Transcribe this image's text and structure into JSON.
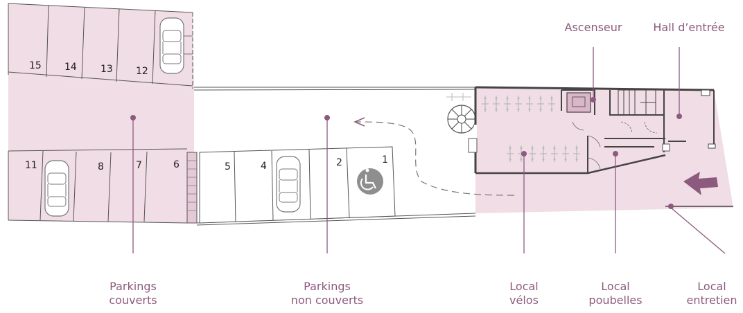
{
  "colors": {
    "zone_fill": "#f1dde5",
    "zone_dark": "#d9b6c8",
    "accent": "#8c5a7e",
    "wall": "#444444",
    "line": "#555555",
    "gray_icon": "#8e8e8e"
  },
  "labels": {
    "ascenseur": "Ascenseur",
    "hall": "Hall d’entrée",
    "parkings_couverts": [
      "Parkings",
      "couverts"
    ],
    "parkings_non_couverts": [
      "Parkings",
      "non couverts"
    ],
    "local_velos": [
      "Local",
      "vélos"
    ],
    "local_poubelles": [
      "Local",
      "poubelles"
    ],
    "local_entretien": [
      "Local",
      "entretien"
    ]
  },
  "spots": {
    "top_row": [
      "15",
      "14",
      "13",
      "12"
    ],
    "bottom_covered": [
      "11",
      "8",
      "7",
      "6"
    ],
    "uncovered": [
      "5",
      "4",
      "2",
      "1"
    ]
  },
  "icons": {
    "accessible": "wheelchair-icon",
    "entrance": "entrance-arrow-icon",
    "stairs": "spiral-stair-icon",
    "cars": "car-icon",
    "bikes": "bicycle-rack-icon"
  }
}
